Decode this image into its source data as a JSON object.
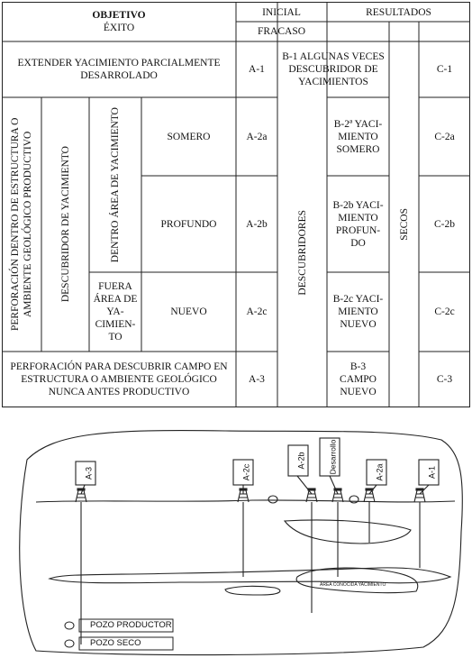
{
  "table": {
    "header": {
      "objective": "OBJETIVO",
      "success": "ÉXITO",
      "initial": "INICIAL",
      "results": "RESULTADOS",
      "failure": "FRACASO"
    },
    "row1": {
      "label": "EXTENDER YACIMIENTO PARCIALMENTE DESARROLADO",
      "code": "A-1",
      "result": "B-1 ALGUNAS VECES DESCUBRIDOR DE YACIMIENTOS",
      "dry_code": "C-1"
    },
    "group": {
      "outer_label": "PERFORACIÓN DENTRO DE ESTRUCTURA O AMBIENTE GEOLÓGICO PRODUCTIVO",
      "discoverer_label": "DESCUBRIDOR DE YACIMIENTO",
      "inside_area_label": "DENTRO ÁREA DE YACIMIENTO",
      "outside_area_label": "FUERA ÁREA DE YA- CIMIEN- TO"
    },
    "row2a": {
      "label": "SOMERO",
      "code": "A-2a",
      "result": "B-2ª YACI- MIENTO SOMERO",
      "dry_code": "C-2a"
    },
    "row2b": {
      "label": "PROFUNDO",
      "code": "A-2b",
      "result": "B-2b YACI- MIENTO PROFUN- DO",
      "dry_code": "C-2b"
    },
    "row2c": {
      "label": "NUEVO",
      "code": "A-2c",
      "result": "B-2c YACI- MIENTO NUEVO",
      "dry_code": "C-2c"
    },
    "row3": {
      "label": "PERFORACIÓN PARA DESCUBRIR CAMPO EN ESTRUCTURA O AMBIENTE GEOLÓGICO NUNCA ANTES PRODUCTIVO",
      "code": "A-3",
      "result": "B-3 CAMPO NUEVO",
      "dry_code": "C-3"
    },
    "discoverers": "DESCUBRIDORES",
    "dry": "SECOS"
  },
  "diagram": {
    "tags": [
      "A-3",
      "A-2c",
      "A-2b",
      "Desarrollo",
      "A-2a",
      "A-1"
    ],
    "area_label": "ÁREA CONOCIDA YACIMIENTO",
    "legend_producer": "POZO PRODUCTOR",
    "legend_dry": "POZO SECO"
  }
}
